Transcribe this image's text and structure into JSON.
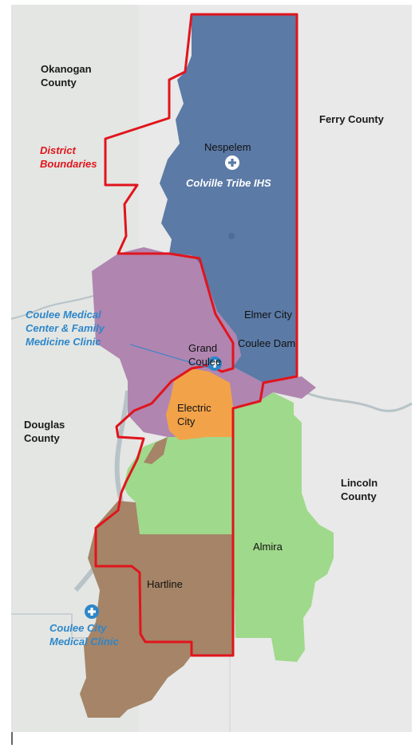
{
  "colors": {
    "background": "#e8e9e8",
    "river": "#b8c3c8",
    "boundary": "#e1141c",
    "region_blue": "#5b7aa6",
    "region_purple": "#b085b0",
    "region_orange": "#f2a34a",
    "region_green": "#9fd98b",
    "region_brown": "#a58467",
    "facility_blue": "#2e86c9"
  },
  "counties": {
    "okanogan": "Okanogan\nCounty",
    "ferry": "Ferry County",
    "douglas": "Douglas\nCounty",
    "lincoln": "Lincoln\nCounty"
  },
  "legend": {
    "district_boundaries": "District\nBoundaries"
  },
  "places": {
    "nespelem": "Nespelem",
    "grand_coulee": "Grand\nCoulee",
    "elmer_city": "Elmer City",
    "coulee_dam": "Coulee Dam",
    "electric_city": "Electric\nCity",
    "almira": "Almira",
    "hartline": "Hartline"
  },
  "facilities": {
    "colville": "Colville Tribe IHS",
    "coulee_medical": "Coulee Medical\nCenter & Family\nMedicine Clinic",
    "coulee_city": "Coulee City\nMedical Clinic"
  },
  "icons": [
    "medical-cross-icon"
  ]
}
